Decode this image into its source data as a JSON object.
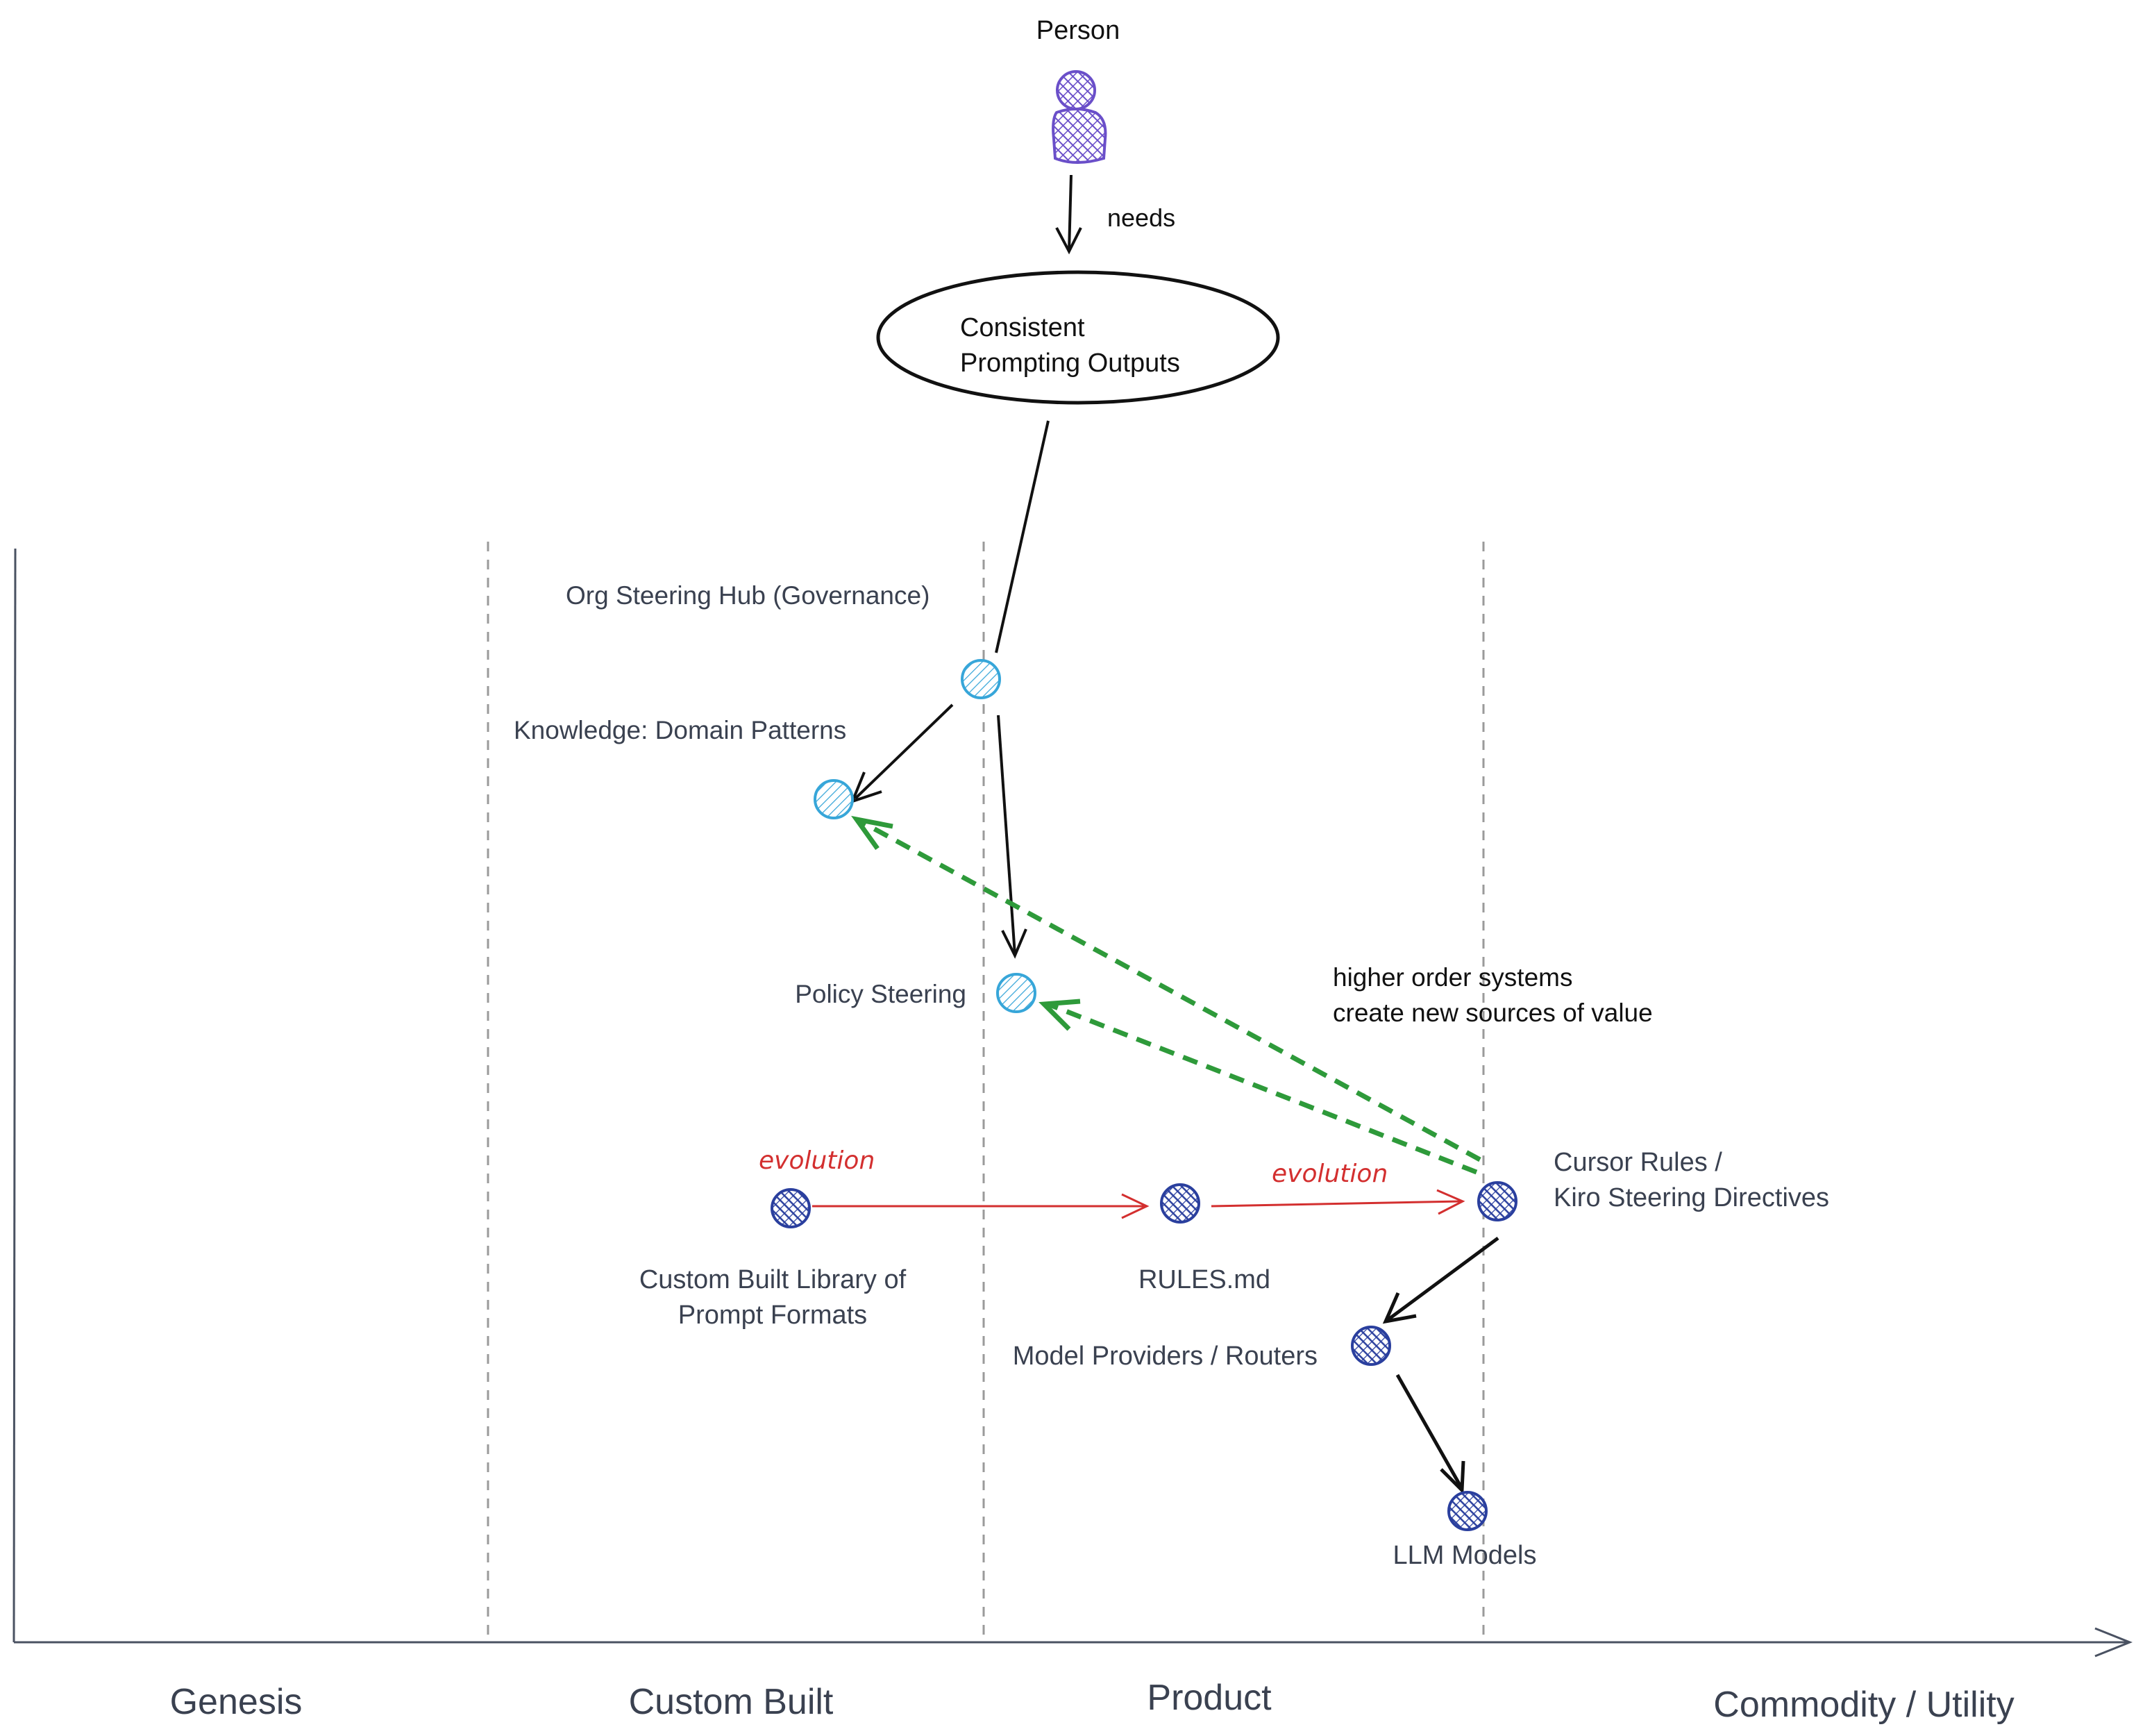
{
  "title": "",
  "colors": {
    "axis": "#4a5262",
    "stage_divider": "#9a9a9a",
    "person": "#6a4fc9",
    "component_light": "#37a6d9",
    "component_dark": "#2a3f9e",
    "evolution": "#d32f2f",
    "higher_order": "#2e9a3a",
    "link": "#111111"
  },
  "stages": [
    "Genesis",
    "Custom Built",
    "Product",
    "Commodity / Utility"
  ],
  "user": {
    "label": "Person",
    "icon": "person-icon"
  },
  "need": {
    "line1": "Consistent",
    "line2": "Prompting Outputs",
    "edge_label": "needs"
  },
  "components": {
    "org_hub": {
      "label": "Org Steering Hub (Governance)"
    },
    "knowledge": {
      "label": "Knowledge: Domain Patterns"
    },
    "policy": {
      "label": "Policy Steering"
    },
    "custom_library": {
      "line1": "Custom Built Library of",
      "line2": "Prompt Formats"
    },
    "rules_md": {
      "label": "RULES.md"
    },
    "cursor_rules": {
      "line1": "Cursor Rules /",
      "line2": "Kiro Steering Directives"
    },
    "model_providers": {
      "label": "Model Providers / Routers"
    },
    "llm_models": {
      "label": "LLM Models"
    }
  },
  "evolution_labels": [
    "evolution",
    "evolution"
  ],
  "annotation": {
    "line1": "higher order systems",
    "line2": "create new sources of value"
  }
}
